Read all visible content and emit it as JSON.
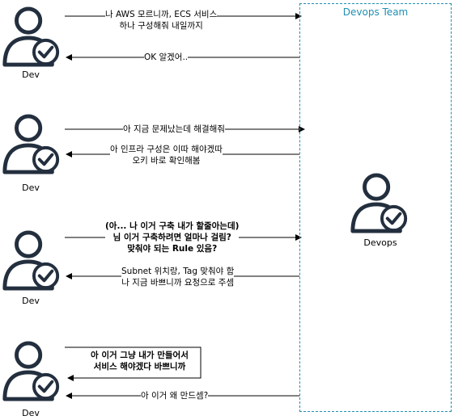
{
  "team": {
    "title": "Devops Team"
  },
  "actors": {
    "dev_label": "Dev",
    "devops_label": "Devops"
  },
  "messages": [
    {
      "lines": [
        "나  AWS 모르니까, ECS 서비스",
        "하나 구성해줘 내일까지"
      ],
      "bold": false,
      "direction": "to-devops"
    },
    {
      "lines": [
        "OK 알겠어.."
      ],
      "bold": false,
      "direction": "to-dev"
    },
    {
      "lines": [
        "아 지금 문제났는데 해결해줘"
      ],
      "bold": false,
      "direction": "to-devops"
    },
    {
      "lines": [
        "아 인프라 구성은 이따 해야겠따",
        "오키 바로 확인해봄"
      ],
      "bold": false,
      "direction": "to-dev"
    },
    {
      "lines": [
        "(아... 나 이거 구축 내가 할줄아는데)",
        "님 이거 구축하려면 얼마나 걸림?",
        "맞춰야 되는 Rule 있음?"
      ],
      "bold": true,
      "direction": "to-devops"
    },
    {
      "lines": [
        "Subnet 위치랑, Tag 맞춰야 함",
        "나 지금 바쁘니까 요청으로 주셈"
      ],
      "bold": false,
      "direction": "to-dev"
    },
    {
      "lines": [
        "아 이거 그냥 내가 만들어서",
        "서비스 해야겠다 바쁘니까"
      ],
      "bold": true,
      "direction": "self"
    },
    {
      "lines": [
        "아 이거 왜 만드셈?"
      ],
      "bold": false,
      "direction": "to-dev"
    }
  ]
}
